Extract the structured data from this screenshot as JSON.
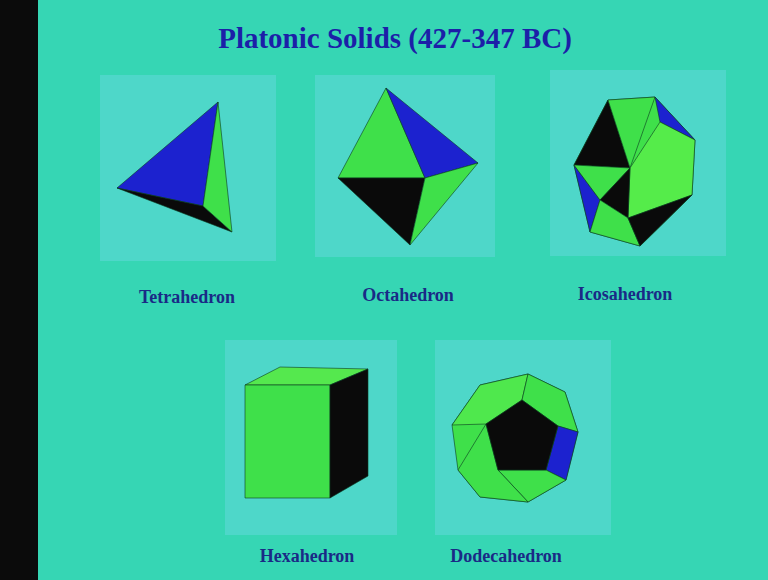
{
  "diagram": {
    "title": "Platonic Solids (427-347 BC)",
    "labels": [
      "Tetrahedron",
      "Octahedron",
      "Icosahedron",
      "Hexahedron",
      "Dodecahedron"
    ]
  }
}
